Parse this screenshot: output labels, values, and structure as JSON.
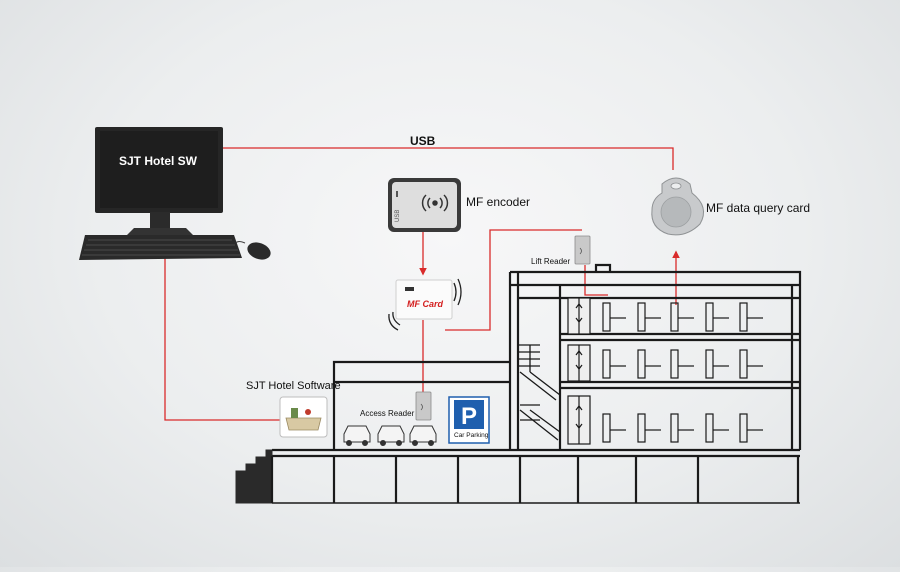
{
  "labels": {
    "usb": "USB",
    "monitor_screen": "SJT Hotel SW",
    "mf_encoder": "MF encoder",
    "mf_data_query_card": "MF data query card",
    "mf_card": "MF Card",
    "lift_reader": "Lift Reader",
    "sjt_hotel_software": "SJT Hotel Software",
    "access_reader": "Access Reader",
    "car_parking": "Car Parking"
  },
  "parking_sign_letter": "P",
  "colors": {
    "connection_line": "#d92b2b",
    "building_outline": "#1a1a1a",
    "parking_sign": "#1f5fae",
    "monitor_screen": "#1e1e1e"
  },
  "icons": [
    "monitor-icon",
    "keyboard-icon",
    "mouse-icon",
    "encoder-icon",
    "rfid-waves-icon",
    "key-fob-icon",
    "card-reader-icon",
    "parking-sign-icon",
    "car-icon",
    "door-lock-icon",
    "elevator-icon",
    "staircase-icon"
  ]
}
